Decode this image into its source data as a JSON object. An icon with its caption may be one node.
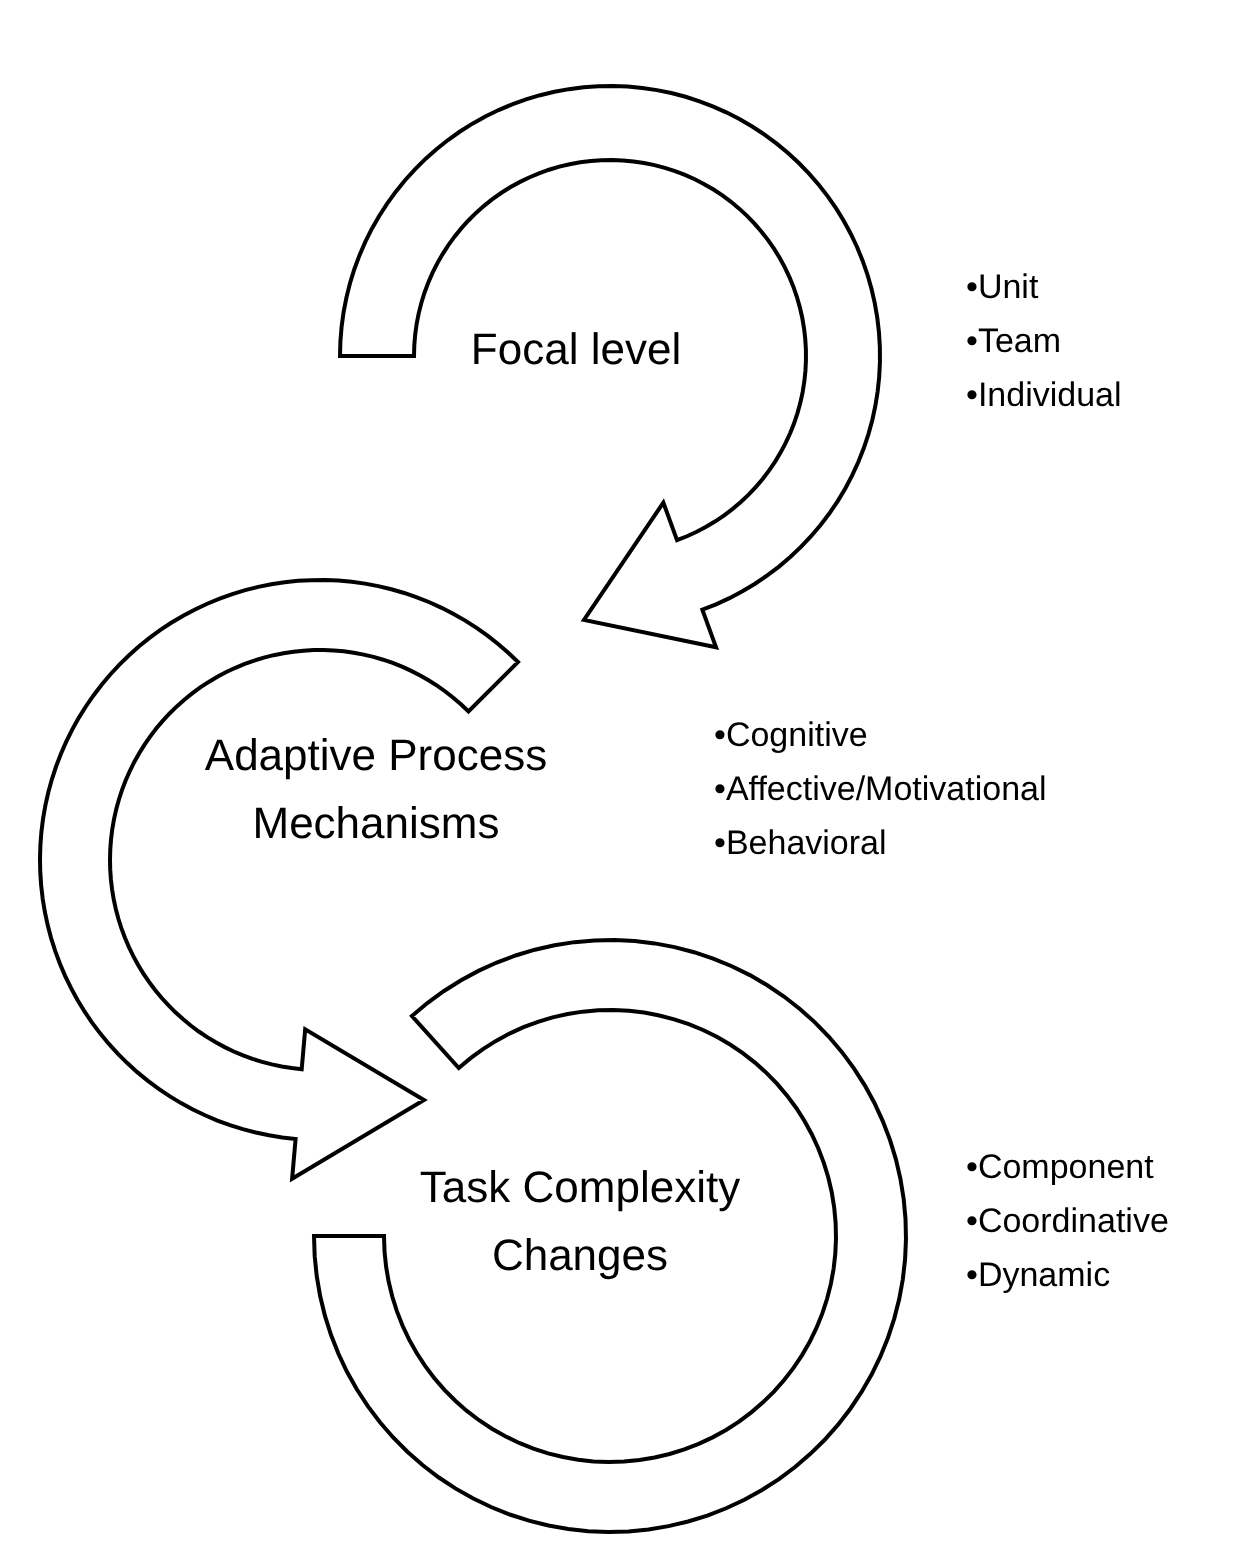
{
  "diagram": {
    "nodes": [
      {
        "text": [
          "Focal level"
        ],
        "beside": [
          "•Unit",
          "•Team",
          "•Individual"
        ]
      },
      {
        "text": [
          "Adaptive Process Mechanisms"
        ],
        "beside": [
          "•Cognitive",
          "•Affective/Motivational",
          "•Behavioral"
        ]
      },
      {
        "text": [
          "Task Complexity Changes"
        ],
        "beside": [
          "•Component",
          "•Coordinative",
          "•Dynamic"
        ]
      }
    ],
    "edges": [
      {
        "from": 0,
        "to": 1,
        "arrow": "to"
      },
      {
        "from": 1,
        "to": 2,
        "arrow": "to"
      }
    ]
  }
}
